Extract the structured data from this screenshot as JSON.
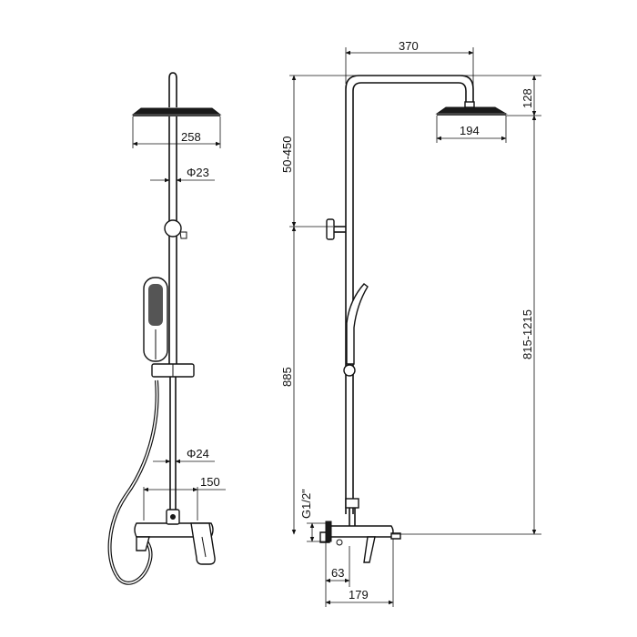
{
  "dimensions": {
    "front": {
      "head_width": "258",
      "pipe_diameter_upper": "Φ23",
      "pipe_diameter_lower": "Φ24",
      "inlet_spacing": "150"
    },
    "side": {
      "arm_reach": "370",
      "head_height": "128",
      "head_width": "194",
      "height_adjust": "50-450",
      "total_height": "815-1215",
      "lower_height": "885",
      "thread": "G1/2\"",
      "spout_projection": "63",
      "mixer_depth": "179"
    }
  }
}
